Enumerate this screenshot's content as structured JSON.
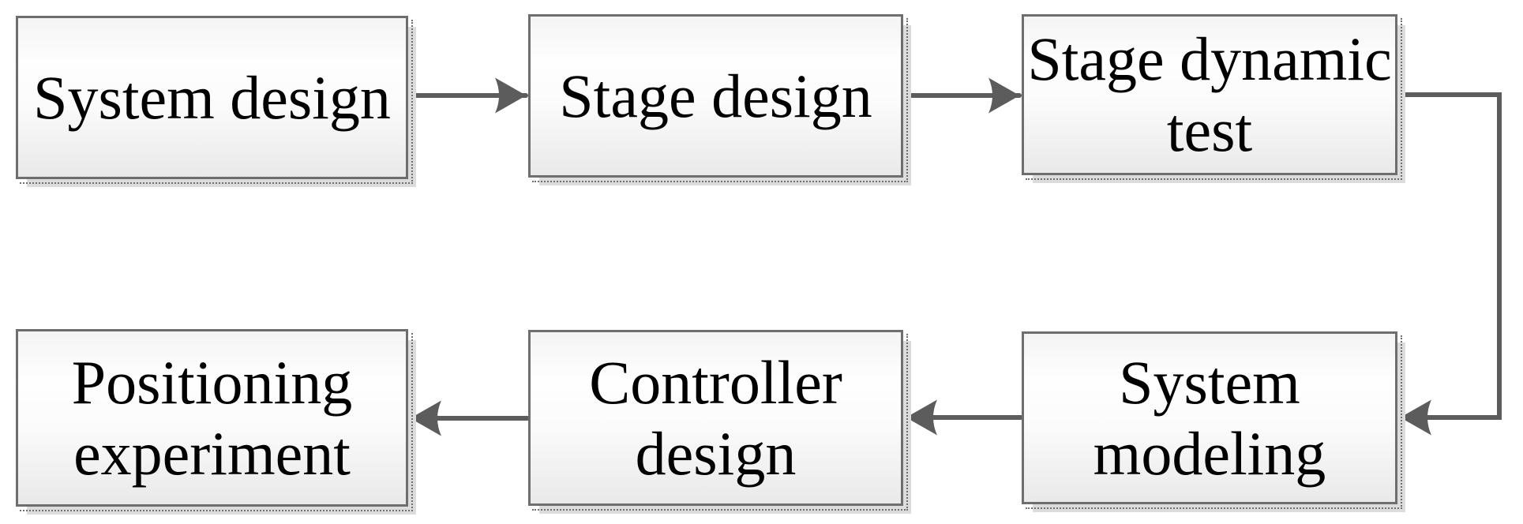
{
  "diagram": {
    "type": "flowchart",
    "nodes": [
      {
        "id": "system-design",
        "label": "System design",
        "lines": [
          "System design"
        ]
      },
      {
        "id": "stage-design",
        "label": "Stage design",
        "lines": [
          "Stage design"
        ]
      },
      {
        "id": "stage-dynamic-test",
        "label": "Stage dynamic test",
        "lines": [
          "Stage dynamic",
          "test"
        ]
      },
      {
        "id": "positioning-experiment",
        "label": "Positioning experiment",
        "lines": [
          "Positioning",
          "experiment"
        ]
      },
      {
        "id": "controller-design",
        "label": "Controller design",
        "lines": [
          "Controller",
          "design"
        ]
      },
      {
        "id": "system-modeling",
        "label": "System modeling",
        "lines": [
          "System",
          "modeling"
        ]
      }
    ],
    "edges": [
      {
        "from": "system-design",
        "to": "stage-design",
        "shape": "straight-right"
      },
      {
        "from": "stage-design",
        "to": "stage-dynamic-test",
        "shape": "straight-right"
      },
      {
        "from": "stage-dynamic-test",
        "to": "system-modeling",
        "shape": "elbow-right-down-left"
      },
      {
        "from": "system-modeling",
        "to": "controller-design",
        "shape": "straight-left"
      },
      {
        "from": "controller-design",
        "to": "positioning-experiment",
        "shape": "straight-left"
      }
    ],
    "colors": {
      "box_border": "#6e6e6e",
      "box_fill_top": "#f4f4f4",
      "box_fill_bottom": "#e9e9e9",
      "arrow": "#5c5c5c",
      "shadow": "#dcdcdc",
      "text": "#000000",
      "background": "#ffffff"
    }
  }
}
